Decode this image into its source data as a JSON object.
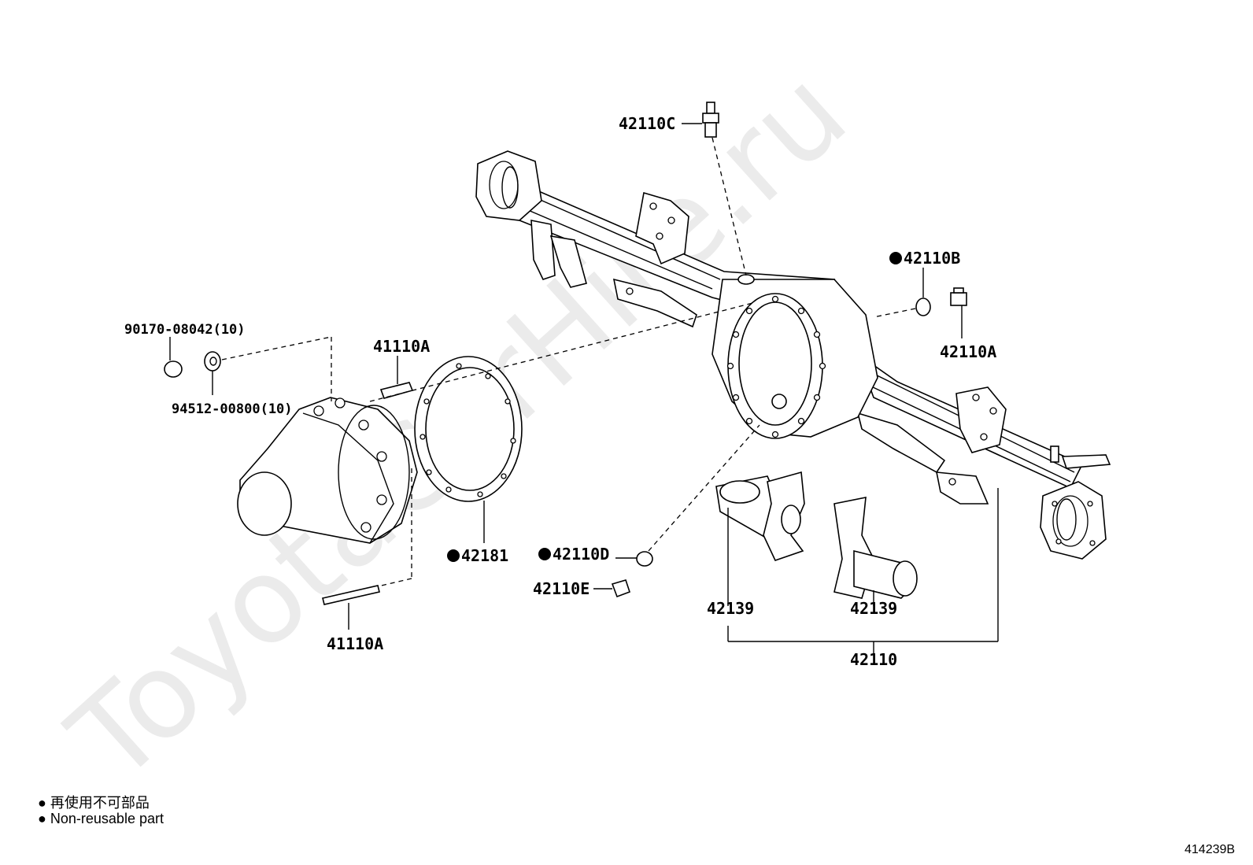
{
  "watermark": "ToyotaCarHire.ru",
  "callouts": {
    "c42110C": "42110C",
    "c42110B": "42110B",
    "c42110A_right": "42110A",
    "c90170": "90170-08042(10)",
    "c94512": "94512-00800(10)",
    "c41110A_top": "41110A",
    "c42181": "42181",
    "c42110D": "42110D",
    "c42110E": "42110E",
    "c41110A_bottom": "41110A",
    "c42139_left": "42139",
    "c42139_right": "42139",
    "c42110": "42110"
  },
  "legend": {
    "line1": "再使用不可部品",
    "line2": "Non-reusable part"
  },
  "diagram_code": "414239B"
}
